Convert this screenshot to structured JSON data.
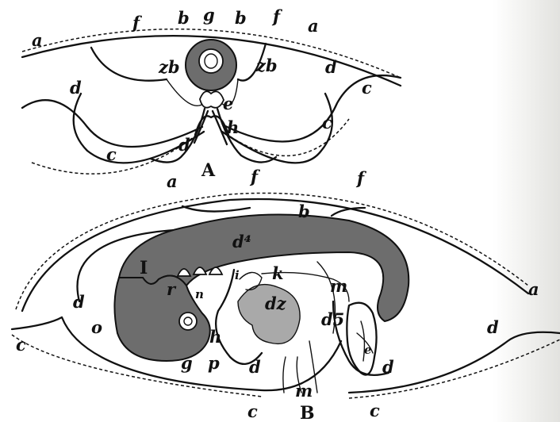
{
  "figure": {
    "panel_a": {
      "caption": "A",
      "labels": {
        "a": "a",
        "b": "b",
        "g": "g",
        "f": "f",
        "zb": "zb",
        "d": "d",
        "c": "c",
        "e": "e",
        "h": "h"
      }
    },
    "panel_b": {
      "caption": "B",
      "labels": {
        "a": "a",
        "f": "f",
        "b": "b",
        "d": "d",
        "d4": "d⁴",
        "I": "I",
        "i": "i",
        "k": "k",
        "m": "m",
        "o": "o",
        "r": "r",
        "n": "n",
        "g": "g",
        "p": "p",
        "h": "h",
        "dz": "dz",
        "d5": "d5",
        "e": "e",
        "c": "c"
      }
    }
  }
}
